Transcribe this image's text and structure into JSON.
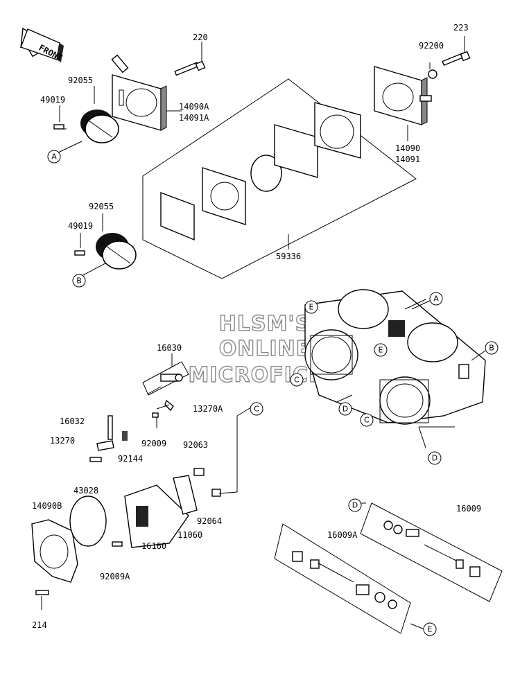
{
  "front_label": "FRONT",
  "watermark": [
    "HLSM'S",
    "ONLINE",
    "MICROFICHE"
  ],
  "part_labels": [
    {
      "id": "220",
      "text": "220"
    },
    {
      "id": "92055a",
      "text": "92055"
    },
    {
      "id": "49019a",
      "text": "49019"
    },
    {
      "id": "14090A",
      "text": "14090A"
    },
    {
      "id": "14091A",
      "text": "14091A"
    },
    {
      "id": "223",
      "text": "223"
    },
    {
      "id": "92200",
      "text": "92200"
    },
    {
      "id": "14090",
      "text": "14090"
    },
    {
      "id": "14091",
      "text": "14091"
    },
    {
      "id": "92055b",
      "text": "92055"
    },
    {
      "id": "49019b",
      "text": "49019"
    },
    {
      "id": "59336",
      "text": "59336"
    },
    {
      "id": "16030",
      "text": "16030"
    },
    {
      "id": "13270A",
      "text": "13270A"
    },
    {
      "id": "16032",
      "text": "16032"
    },
    {
      "id": "13270",
      "text": "13270"
    },
    {
      "id": "92144",
      "text": "92144"
    },
    {
      "id": "92009",
      "text": "92009"
    },
    {
      "id": "92063",
      "text": "92063"
    },
    {
      "id": "43028",
      "text": "43028"
    },
    {
      "id": "14090B",
      "text": "14090B"
    },
    {
      "id": "92064",
      "text": "92064"
    },
    {
      "id": "11060",
      "text": "11060"
    },
    {
      "id": "16160",
      "text": "16160"
    },
    {
      "id": "92009A",
      "text": "92009A"
    },
    {
      "id": "214",
      "text": "214"
    },
    {
      "id": "16009",
      "text": "16009"
    },
    {
      "id": "16009A",
      "text": "16009A"
    }
  ],
  "callouts": [
    {
      "id": "A1",
      "text": "A"
    },
    {
      "id": "B1",
      "text": "B"
    },
    {
      "id": "A2",
      "text": "A"
    },
    {
      "id": "B2",
      "text": "B"
    },
    {
      "id": "E1",
      "text": "E"
    },
    {
      "id": "E2",
      "text": "E"
    },
    {
      "id": "C1",
      "text": "C"
    },
    {
      "id": "C2",
      "text": "C"
    },
    {
      "id": "C3",
      "text": "C"
    },
    {
      "id": "D1",
      "text": "D"
    },
    {
      "id": "D2",
      "text": "D"
    },
    {
      "id": "D3",
      "text": "D"
    },
    {
      "id": "E3",
      "text": "E"
    }
  ]
}
